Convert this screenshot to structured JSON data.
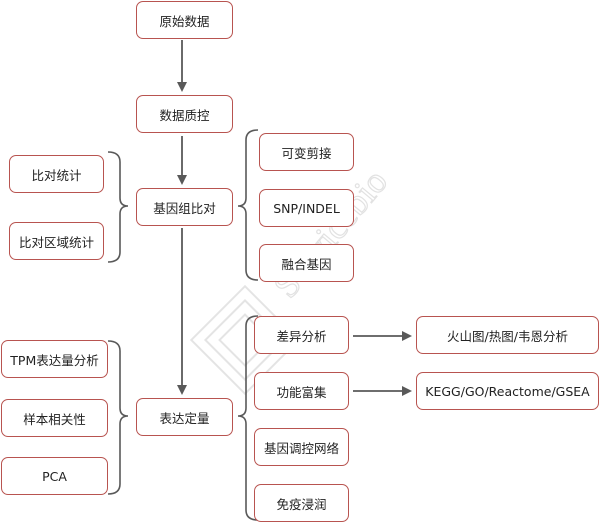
{
  "diagram": {
    "nodes": {
      "raw_data": "原始数据",
      "data_qc": "数据质控",
      "genome_alignment": "基因组比对",
      "expression_quant": "表达定量",
      "alignment_stats": "比对统计",
      "alignment_region_stats": "比对区域统计",
      "alt_splicing": "可变剪接",
      "snp_indel": "SNP/INDEL",
      "fusion_gene": "融合基因",
      "tpm_analysis": "TPM表达量分析",
      "sample_correlation": "样本相关性",
      "pca": "PCA",
      "diff_analysis": "差异分析",
      "func_enrichment": "功能富集",
      "gene_reg_network": "基因调控网络",
      "immune_infiltration": "免疫浸润",
      "volcano_heatmap_venn": "火山图/热图/韦恩分析",
      "kegg_go_reactome_gsea": "KEGG/GO/Reactome/GSEA"
    },
    "watermark": "Servicebio",
    "colors": {
      "box_border": "#b85450",
      "connector": "#595959",
      "watermark": "#e8e8e8"
    }
  }
}
